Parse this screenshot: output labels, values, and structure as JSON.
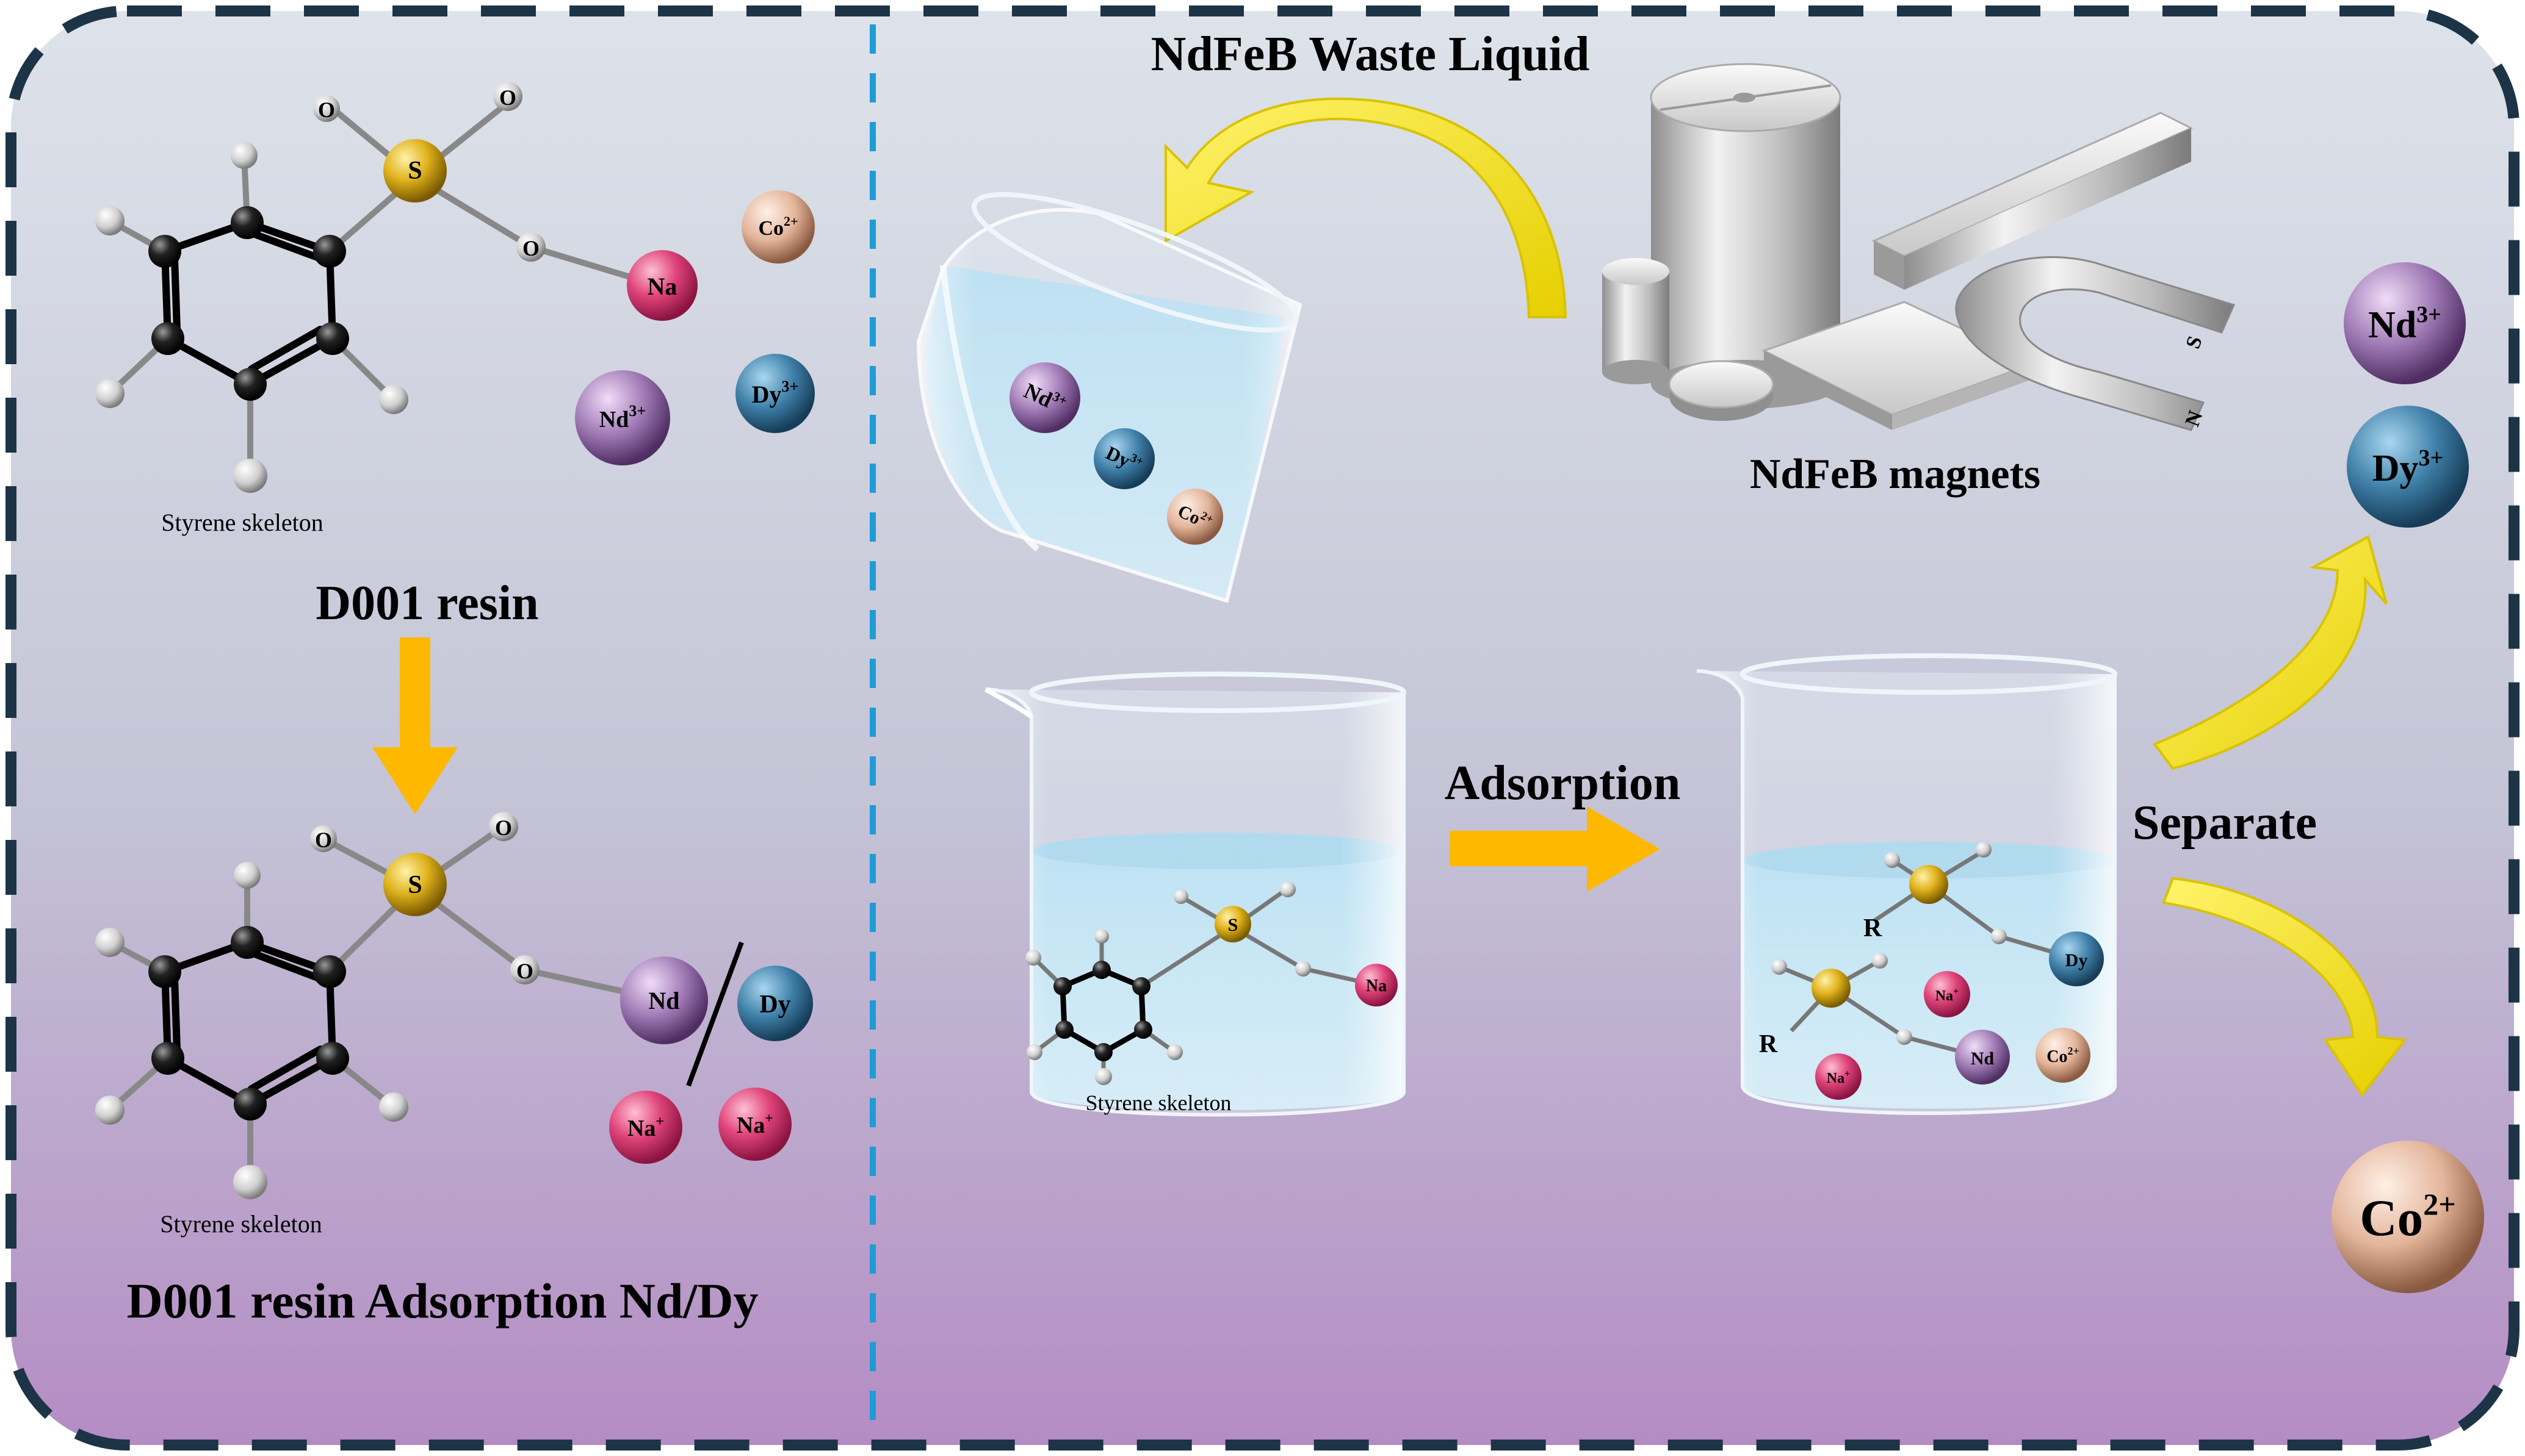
{
  "left_panel": {
    "top_molecule": {
      "atom_sulfur": "S",
      "atom_oxygen_top_left": "O",
      "atom_oxygen_top_right": "O",
      "atom_oxygen_bridge": "O",
      "atom_sodium": "Na",
      "skeleton_label": "Styrene skeleton"
    },
    "free_ions": {
      "cobalt": "Co",
      "cobalt_charge": "2+",
      "dysprosium": "Dy",
      "dysprosium_charge": "3+",
      "neodymium": "Nd",
      "neodymium_charge": "3+"
    },
    "title_top": "D001 resin",
    "bottom_molecule": {
      "atom_sulfur": "S",
      "atom_oxygen_top_left": "O",
      "atom_oxygen_top_right": "O",
      "atom_oxygen_bridge": "O",
      "atom_neodymium": "Nd",
      "atom_dysprosium": "Dy",
      "skeleton_label": "Styrene skeleton"
    },
    "released_ions": {
      "sodium_1": "Na",
      "sodium_1_charge": "+",
      "sodium_2": "Na",
      "sodium_2_charge": "+"
    },
    "title_bottom": "D001 resin Adsorption Nd/Dy"
  },
  "right_panel": {
    "waste_liquid_label": "NdFeB Waste Liquid",
    "magnets_label": "NdFeB magnets",
    "magnet_poles": {
      "north": "N",
      "south": "S"
    },
    "pouring_beaker_ions": {
      "neodymium": "Nd",
      "neodymium_charge": "3+",
      "dysprosium": "Dy",
      "dysprosium_charge": "3+",
      "cobalt": "Co",
      "cobalt_charge": "2+"
    },
    "adsorption_label": "Adsorption",
    "left_beaker": {
      "atom_sulfur": "S",
      "atom_sodium": "Na",
      "skeleton_label": "Styrene skeleton"
    },
    "right_beaker": {
      "group_label_1": "R",
      "group_label_2": "R",
      "ion_dysprosium": "Dy",
      "ion_sodium_1": "Na",
      "ion_sodium_1_charge": "+",
      "ion_neodymium": "Nd",
      "ion_cobalt": "Co",
      "ion_cobalt_charge": "2+",
      "ion_sodium_2": "Na",
      "ion_sodium_2_charge": "+"
    },
    "separate_label": "Separate",
    "products": {
      "neodymium": "Nd",
      "neodymium_charge": "3+",
      "dysprosium": "Dy",
      "dysprosium_charge": "3+",
      "cobalt": "Co",
      "cobalt_charge": "2+"
    }
  },
  "colors": {
    "frame_dash": "#1d3447",
    "divider_dash": "#1f9bd7",
    "background_top": "#dde3ea",
    "background_bottom": "#b890c5",
    "arrow_orange": "#ffb800",
    "arrow_yellow": "#ffe600",
    "ion_neodymium": "#a07ab5",
    "ion_dysprosium": "#3f7fa8",
    "ion_cobalt": "#e3b59b",
    "ion_sodium": "#e0457a",
    "sulfur": "#e0b21c",
    "solution": "#b5e0f2"
  }
}
